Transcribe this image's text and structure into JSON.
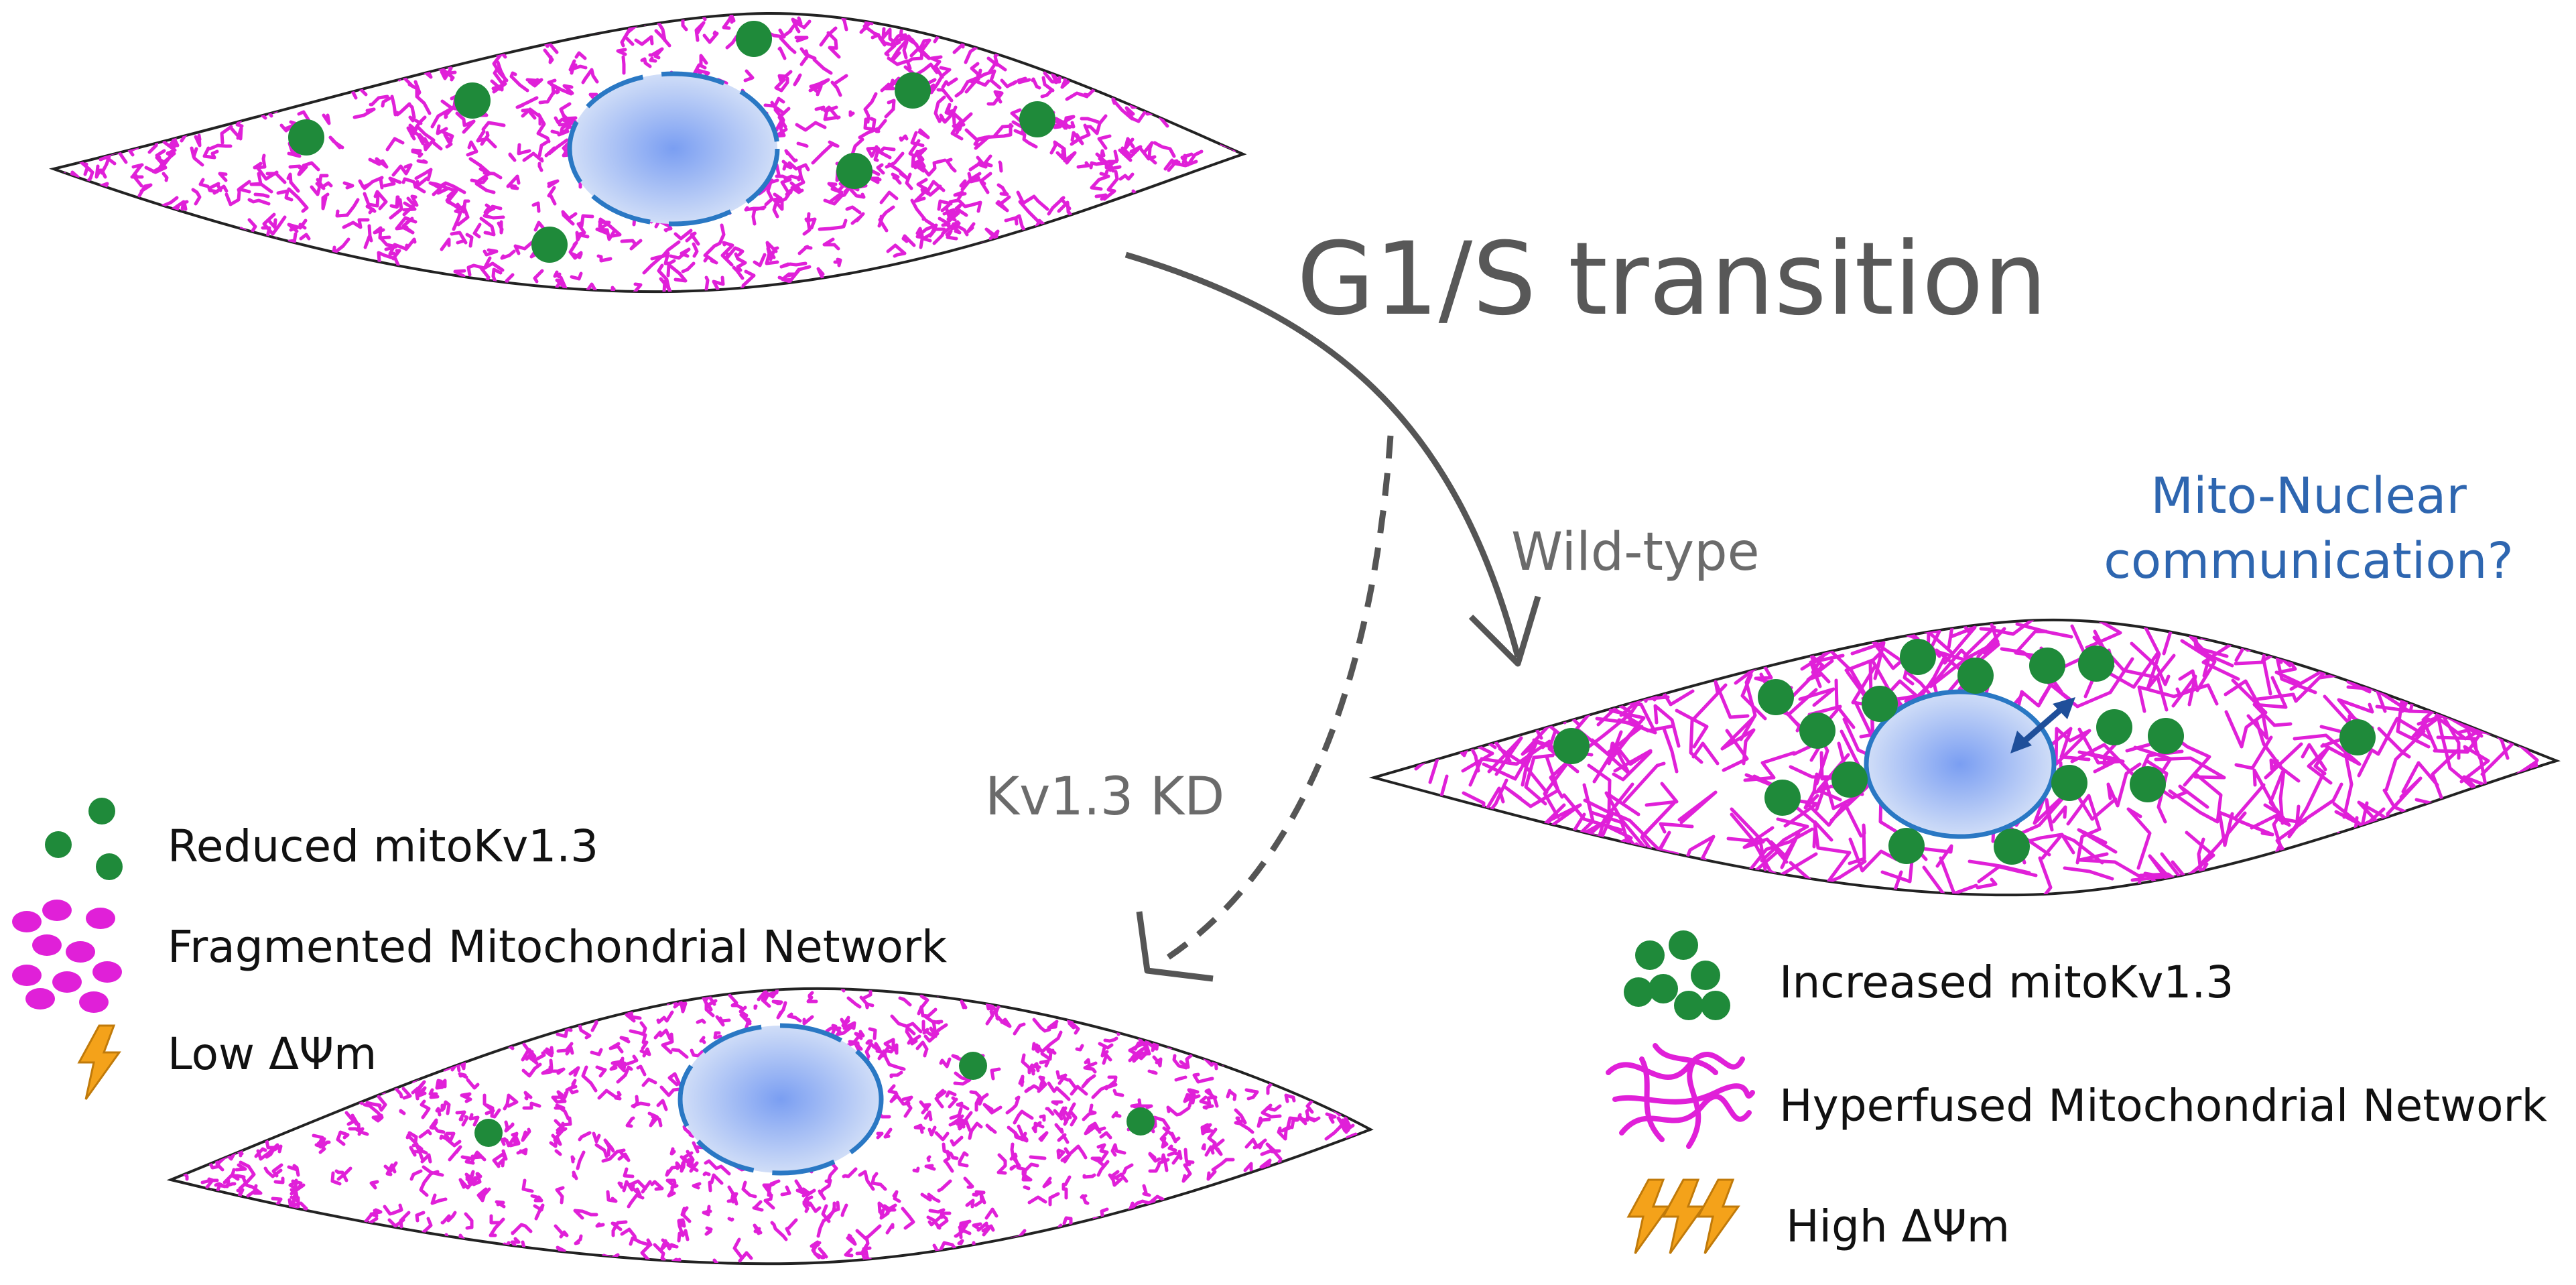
{
  "title": "G1/S transition",
  "branches": {
    "wild_type": "Wild-type",
    "knockdown": "Kv1.3 KD"
  },
  "annotation": {
    "line1": "Mito-Nuclear",
    "line2": "communication?"
  },
  "legend_left": {
    "channels": "Reduced mitoKv1.3",
    "network": "Fragmented Mitochondrial Network",
    "potential": "Low ΔΨm"
  },
  "legend_right": {
    "channels": "Increased mitoKv1.3",
    "network": "Hyperfused Mitochondrial Network",
    "potential": "High ΔΨm"
  },
  "colors": {
    "mitochondria": "#e020d8",
    "channel": "#1f8a3a",
    "nucleus_center": "#7a9ef2",
    "nucleus_edge": "#d7e2f8",
    "nucleus_border": "#2a78c4",
    "arrow": "#555555",
    "lightning": "#f4a21a"
  }
}
